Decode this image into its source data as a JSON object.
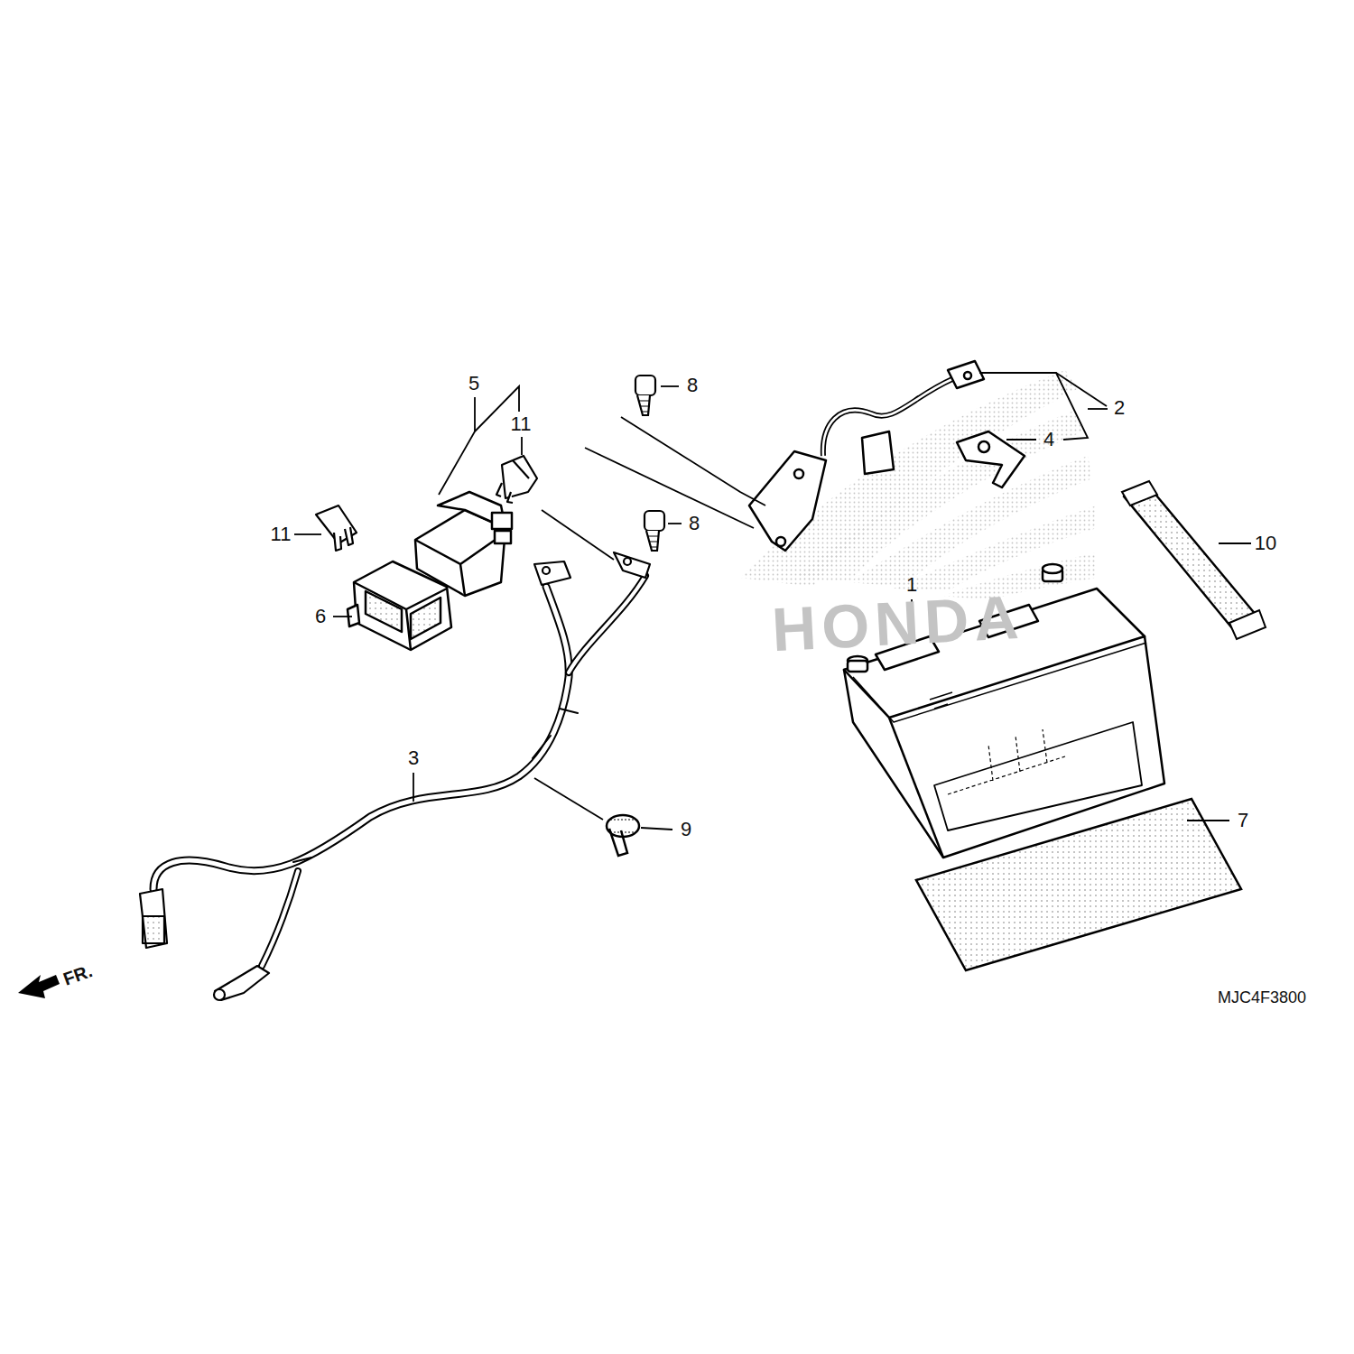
{
  "diagram": {
    "labels": [
      "5",
      "8",
      "11",
      "2",
      "4",
      "11",
      "8",
      "10",
      "1",
      "6",
      "HONDA",
      "3",
      "7",
      "9",
      "FR.",
      "MJC4F3800"
    ]
  }
}
